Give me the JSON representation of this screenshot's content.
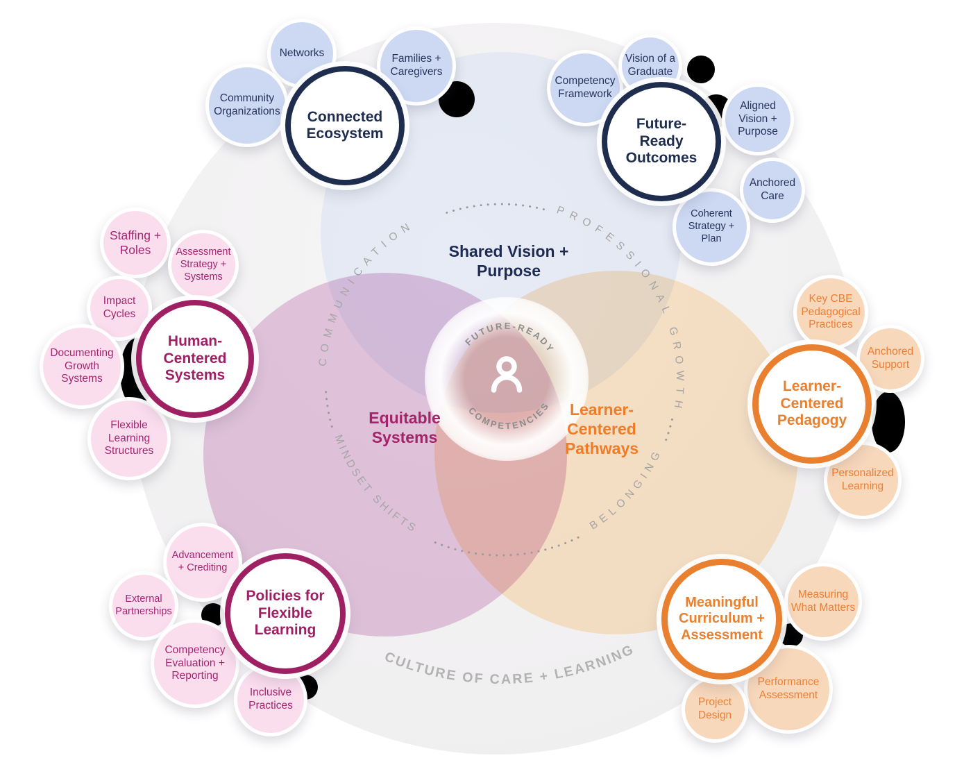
{
  "colors": {
    "navy_accent": "#1e2c4e",
    "magenta_accent": "#9e2063",
    "orange_accent": "#e8802f",
    "blue_bubble_fill": "#cdd9f3",
    "pink_bubble_fill": "#fbdeee",
    "peach_bubble_fill": "#f8d8bb",
    "venn_blue": "#eff5fe",
    "venn_purple": "#e9cbe3",
    "venn_orange": "#ffe9cd",
    "outer_circle_fill": "#f1f0f1",
    "ring_text_gray": "#a5a5a5"
  },
  "center": {
    "icon": "person-icon",
    "arc_top": "FUTURE-READY",
    "arc_bottom": "COMPETENCIES"
  },
  "venn_regions": {
    "top": {
      "label": "Shared Vision +\nPurpose"
    },
    "left": {
      "label": "Equitable\nSystems"
    },
    "right": {
      "label": "Learner-\nCentered\nPathways"
    }
  },
  "ring_labels": {
    "top_left": "COMMUNICATION",
    "top_right": "PROFESSIONAL GROWTH",
    "bottom_left": "MINDSET SHIFTS",
    "bottom_right": "BELONGING"
  },
  "outer_arc_label": "CULTURE OF CARE + LEARNING",
  "clusters": [
    {
      "label": "Connected\nEcosystem",
      "satellites": [
        {
          "label": "Networks"
        },
        {
          "label": "Community Organizations"
        },
        {
          "label": "Families + Caregivers"
        }
      ]
    },
    {
      "label": "Future-\nReady\nOutcomes",
      "satellites": [
        {
          "label": "Competency Framework"
        },
        {
          "label": "Vision of a Graduate"
        },
        {
          "label": "Aligned Vision + Purpose"
        },
        {
          "label": "Anchored Care"
        },
        {
          "label": "Coherent Strategy + Plan"
        }
      ]
    },
    {
      "label": "Human-\nCentered\nSystems",
      "satellites": [
        {
          "label": "Staffing + Roles"
        },
        {
          "label": "Assessment Strategy + Systems"
        },
        {
          "label": "Impact Cycles"
        },
        {
          "label": "Documenting Growth Systems"
        },
        {
          "label": "Flexible Learning Structures"
        }
      ]
    },
    {
      "label": "Learner-\nCentered\nPedagogy",
      "satellites": [
        {
          "label": "Key CBE Pedagogical Practices"
        },
        {
          "label": "Anchored Support"
        },
        {
          "label": "Personalized Learning"
        }
      ]
    },
    {
      "label": "Policies for\nFlexible\nLearning",
      "satellites": [
        {
          "label": "Advancement + Crediting"
        },
        {
          "label": "External Partnerships"
        },
        {
          "label": "Competency Evaluation + Reporting"
        },
        {
          "label": "Inclusive Practices"
        }
      ]
    },
    {
      "label": "Meaningful\nCurriculum +\nAssessment",
      "satellites": [
        {
          "label": "Measuring What Matters"
        },
        {
          "label": "Performance Assessment"
        },
        {
          "label": "Project Design"
        }
      ]
    }
  ]
}
